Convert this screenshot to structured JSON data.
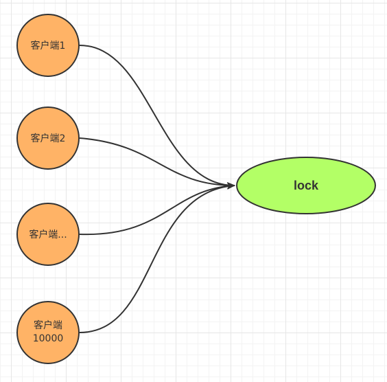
{
  "diagram": {
    "clients": [
      {
        "label_line1": "客户端1",
        "label_line2": ""
      },
      {
        "label_line1": "客户端2",
        "label_line2": ""
      },
      {
        "label_line1": "客户端...",
        "label_line2": ""
      },
      {
        "label_line1": "客户端",
        "label_line2": "10000"
      }
    ],
    "lock": {
      "label": "lock"
    },
    "colors": {
      "client_fill": "#FFB366",
      "lock_fill": "#B3FF66",
      "stroke": "#333333"
    }
  }
}
